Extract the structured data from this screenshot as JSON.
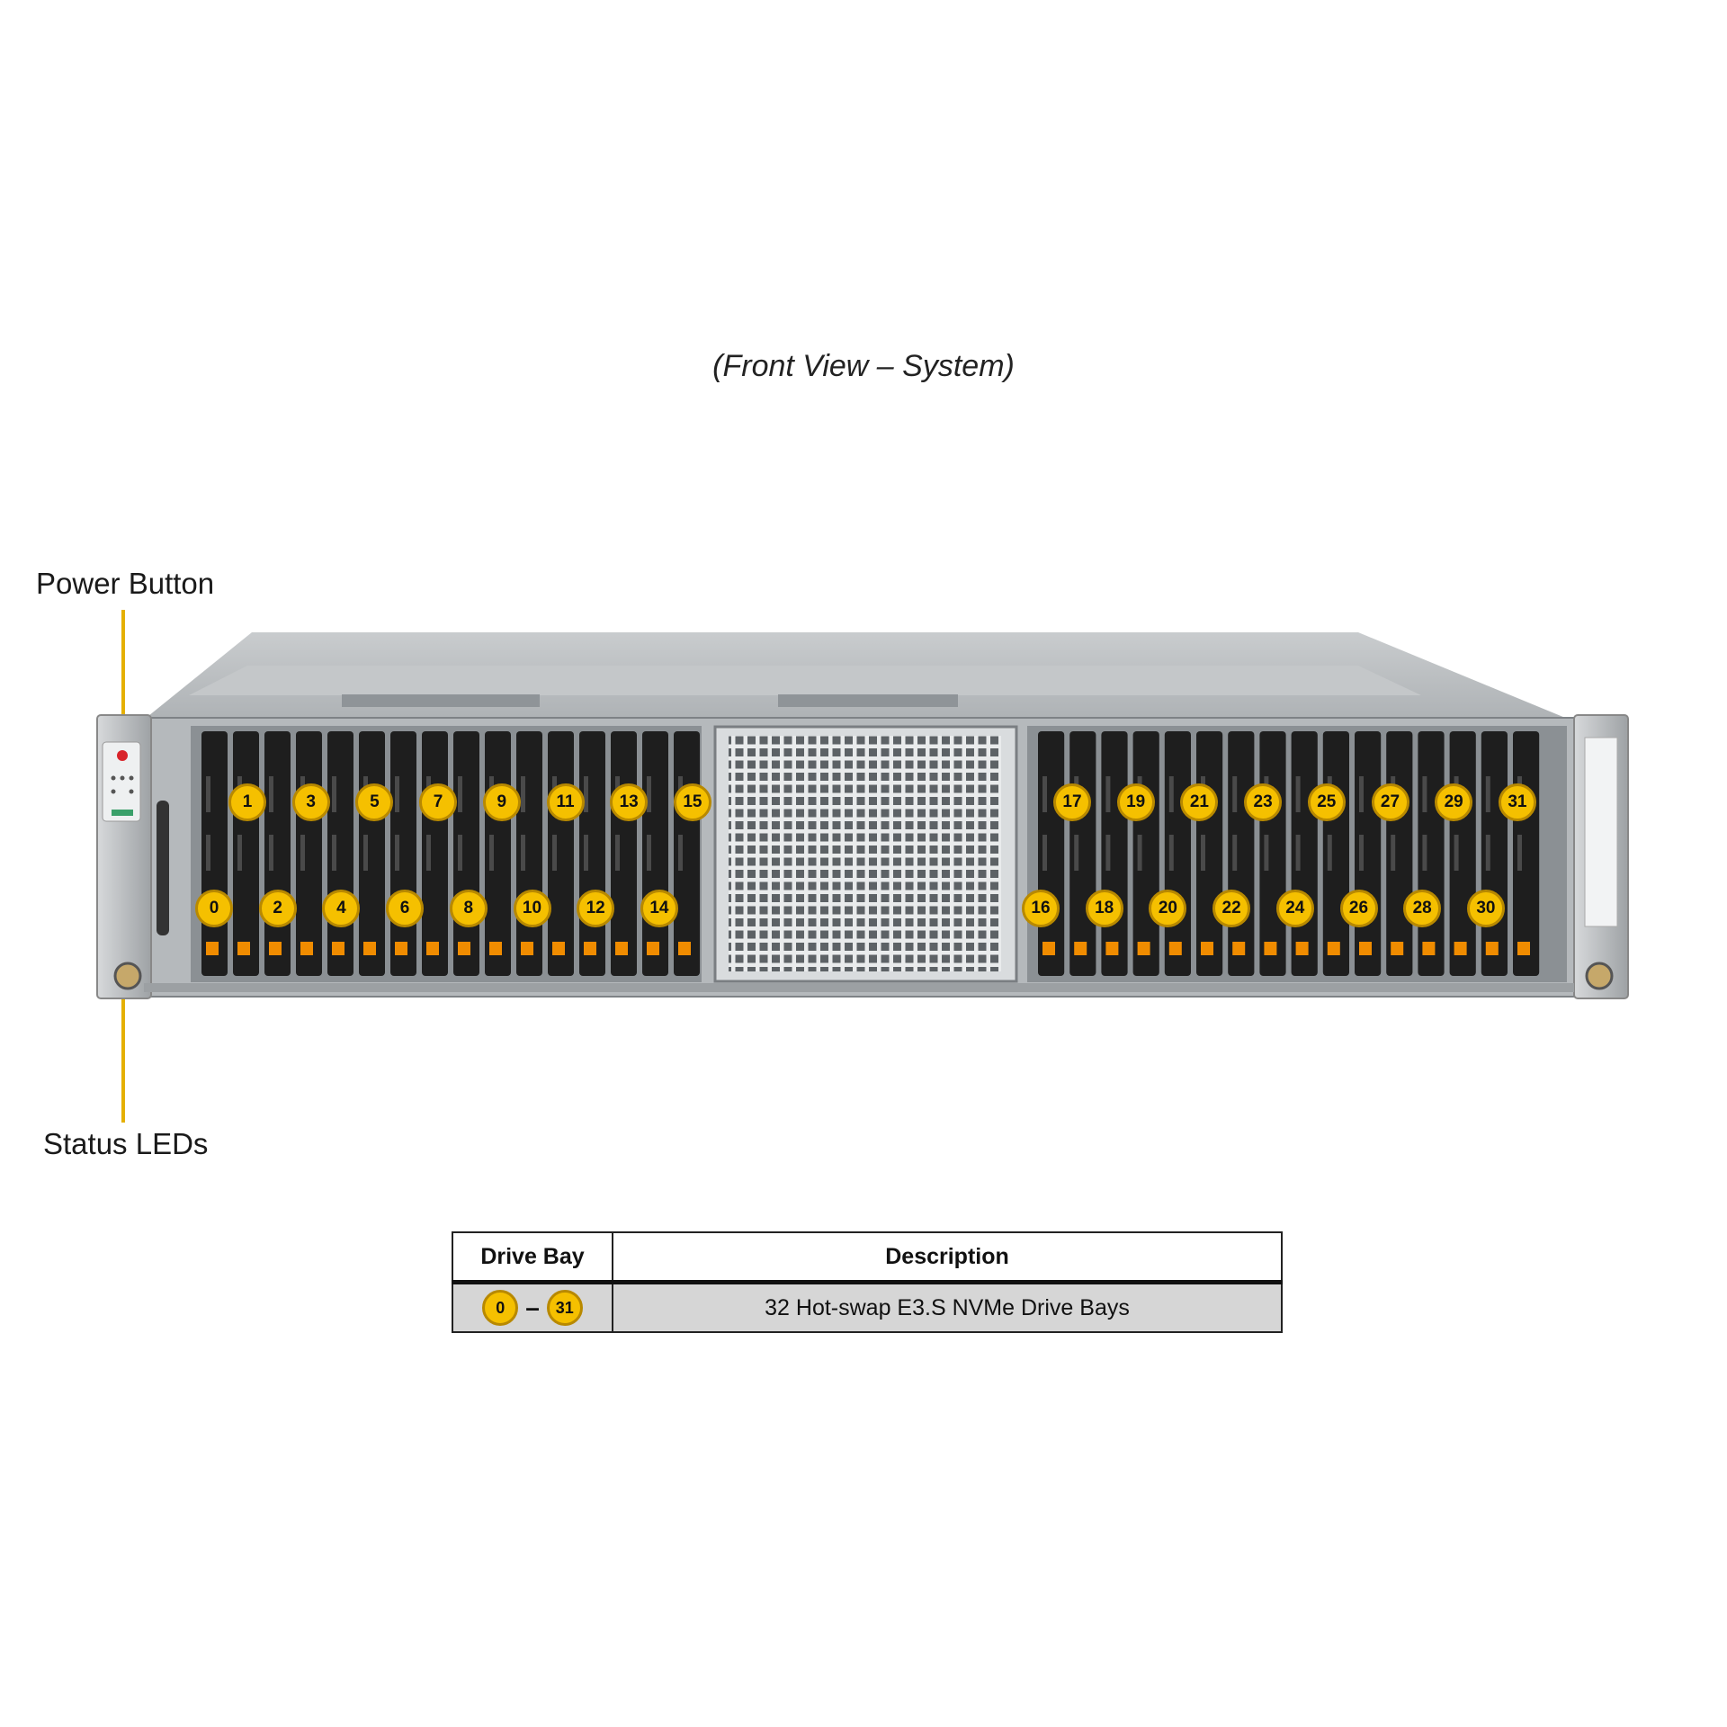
{
  "caption": "(Front View – System)",
  "callouts": {
    "power_button": "Power Button",
    "status_leds": "Status LEDs"
  },
  "colors": {
    "badge_fill": "#f5c000",
    "badge_border": "#b88900",
    "drive_tray": "#1e1e1e",
    "status_light": "#f08c00",
    "chassis": "#b9bcbf",
    "leader_line": "#e5b000"
  },
  "drive_bays": {
    "upper_left": [
      "1",
      "3",
      "5",
      "7",
      "9",
      "11",
      "13",
      "15"
    ],
    "lower_left": [
      "0",
      "2",
      "4",
      "6",
      "8",
      "10",
      "12",
      "14"
    ],
    "upper_right": [
      "17",
      "19",
      "21",
      "23",
      "25",
      "27",
      "29",
      "31"
    ],
    "lower_right": [
      "16",
      "18",
      "20",
      "22",
      "24",
      "26",
      "28",
      "30"
    ]
  },
  "legend": {
    "headers": {
      "bay": "Drive Bay",
      "description": "Description"
    },
    "row": {
      "bay_start": "0",
      "bay_dash": "–",
      "bay_end": "31",
      "description": "32 Hot-swap E3.S NVMe Drive Bays"
    }
  }
}
